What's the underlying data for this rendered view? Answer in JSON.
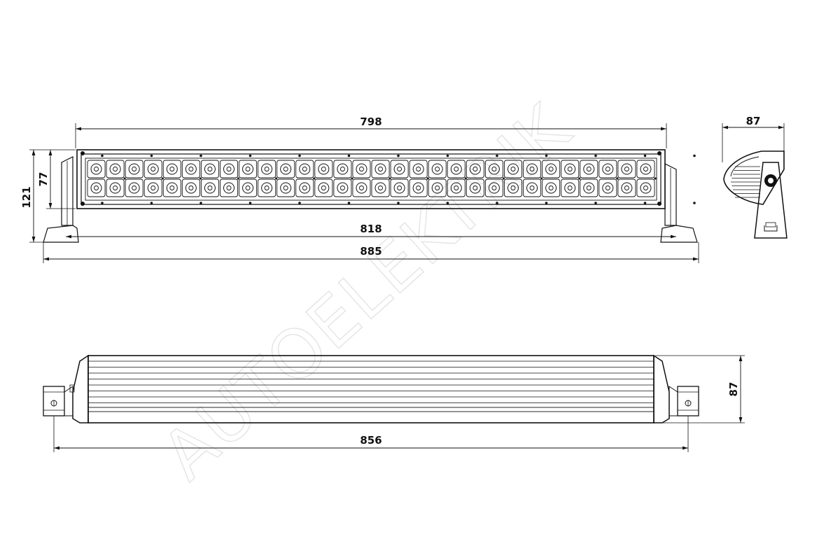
{
  "watermark": "AUTOELEKTRIK",
  "front_view": {
    "dimensions": {
      "width_lens": "798",
      "height_total": "121",
      "height_housing": "77",
      "width_housing": "818",
      "width_overall": "885"
    },
    "led_rows": 2,
    "led_columns": 30
  },
  "side_view": {
    "dimensions": {
      "depth": "87"
    }
  },
  "top_view": {
    "dimensions": {
      "height": "87",
      "width_mount": "856"
    }
  },
  "colors": {
    "line": "#111111",
    "watermark": "#e4e4e4"
  }
}
